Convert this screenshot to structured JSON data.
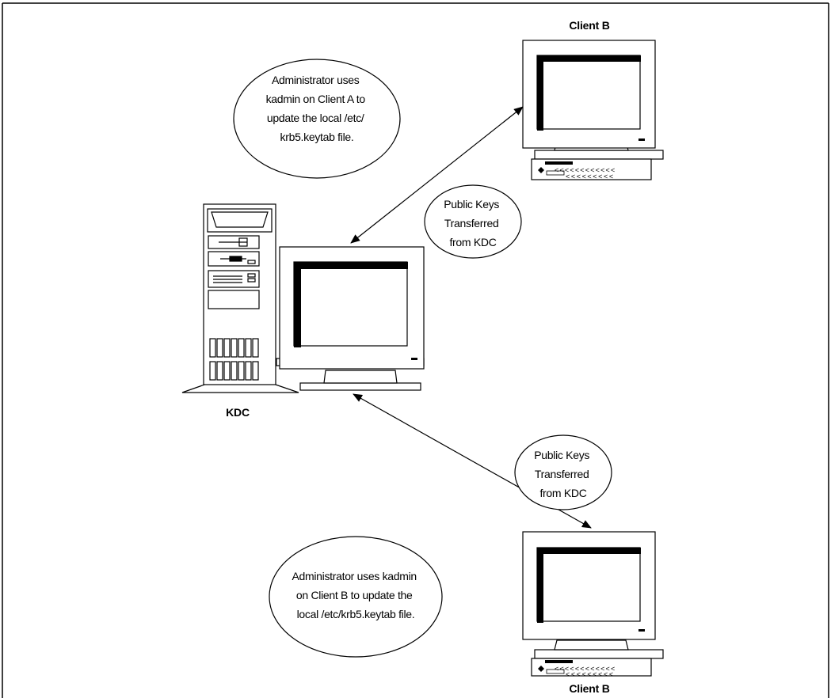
{
  "labels": {
    "client_top": "Client B",
    "client_bottom": "Client B",
    "kdc": "KDC"
  },
  "bubbles": {
    "admin_a": [
      "Administrator uses",
      "kadmin on Client A to",
      "update the local /etc/",
      "krb5.keytab file."
    ],
    "keys_top": [
      "Public Keys",
      "Transferred",
      "from KDC"
    ],
    "keys_bottom": [
      "Public Keys",
      "Transferred",
      "from KDC"
    ],
    "admin_b": [
      "Administrator uses kadmin",
      "on Client B to update the",
      "local /etc/krb5.keytab file."
    ]
  }
}
